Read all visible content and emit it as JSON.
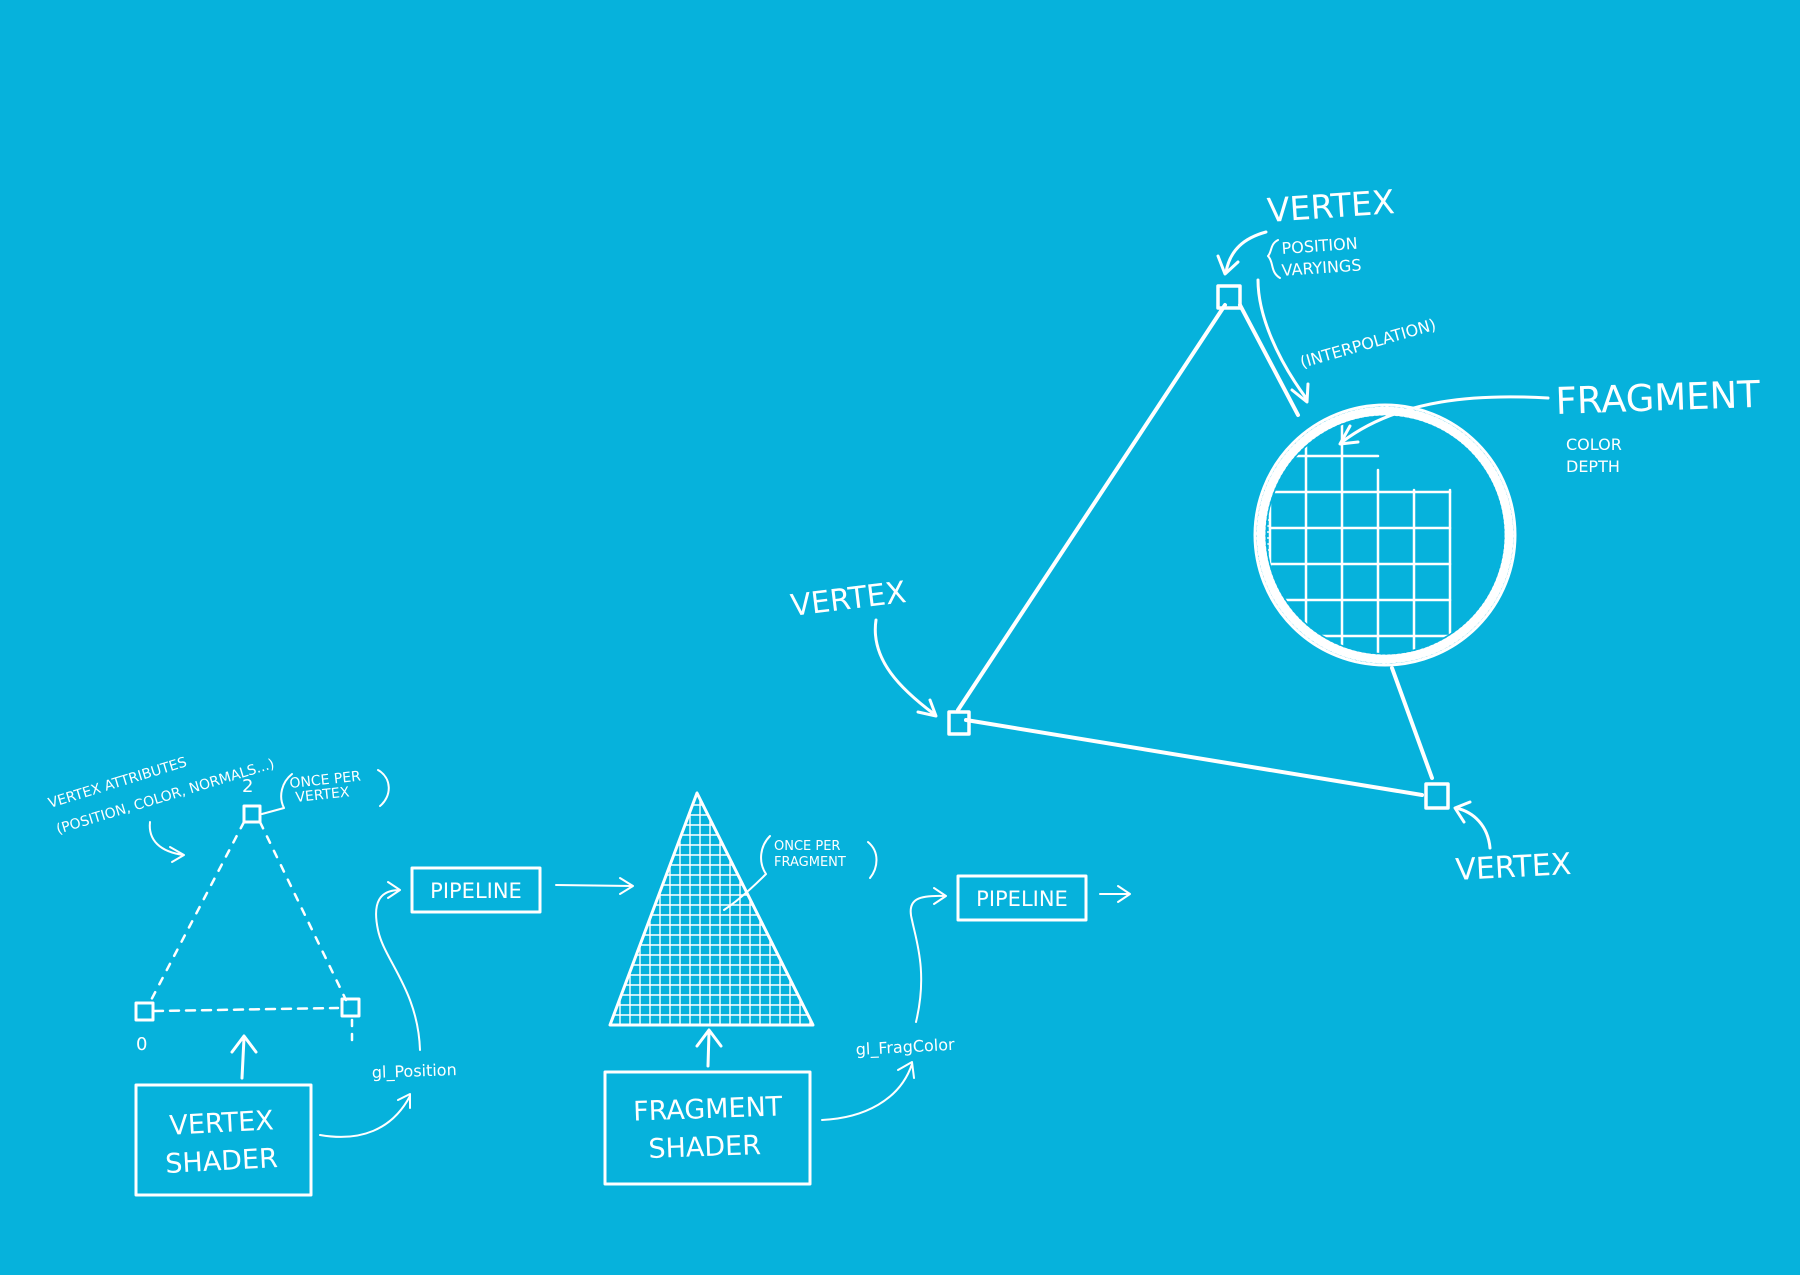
{
  "colors": {
    "background": "#06b2dc",
    "ink": "#ffffff"
  },
  "left": {
    "attributes_line1": "vertex attributes",
    "attributes_line2": "(position, color, normals...)",
    "index_top": "2",
    "index_left": "0",
    "once_line1": "once per",
    "once_line2": "vertex",
    "shader_line1": "VERTEX",
    "shader_line2": "SHADER",
    "output": "gl_Position",
    "pipeline": "PIPELINE"
  },
  "middle": {
    "once_line1": "once per",
    "once_line2": "fragment",
    "shader_line1": "FRAGMENT",
    "shader_line2": "SHADER",
    "output": "gl_FragColor",
    "pipeline": "PIPELINE"
  },
  "right": {
    "vertex_top": "VERTEX",
    "vertex_attr1": "position",
    "vertex_attr2": "varyings",
    "interpolation": "(interpolation)",
    "fragment": "FRAGMENT",
    "fragment_attr1": "color",
    "fragment_attr2": "depth",
    "vertex_left": "VERTEX",
    "vertex_bottom": "VERTEX"
  }
}
